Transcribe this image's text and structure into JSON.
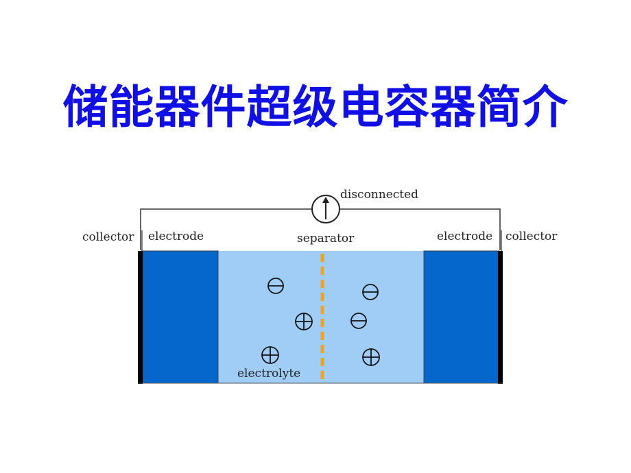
{
  "title": "储能器件超级电容器简介",
  "diagram": {
    "labels": {
      "disconnected": "disconnected",
      "collector_left": "collector",
      "electrode_left": "electrode",
      "separator": "separator",
      "electrode_right": "electrode",
      "collector_right": "collector",
      "electrolyte": "electrolyte"
    },
    "ions": {
      "cation_symbol": "⊕",
      "anion_symbol": "⊖"
    },
    "colors": {
      "electrode": "#0566cc",
      "electrolyte": "#9fcdf5",
      "separator": "#f3a21b",
      "collector": "#000000",
      "wire": "#333333",
      "title": "#1010e6"
    }
  }
}
